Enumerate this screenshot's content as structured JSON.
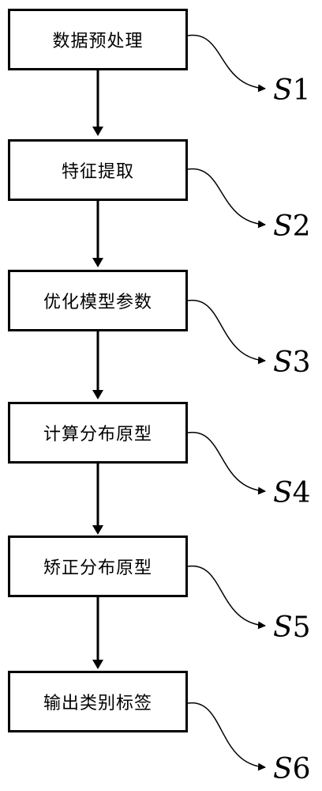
{
  "steps": [
    {
      "text": "数据预处理",
      "label_letter": "S",
      "label_num": "1"
    },
    {
      "text": "特征提取",
      "label_letter": "S",
      "label_num": "2"
    },
    {
      "text": "优化模型参数",
      "label_letter": "S",
      "label_num": "3"
    },
    {
      "text": "计算分布原型",
      "label_letter": "S",
      "label_num": "4"
    },
    {
      "text": "矫正分布原型",
      "label_letter": "S",
      "label_num": "5"
    },
    {
      "text": "输出类别标签",
      "label_letter": "S",
      "label_num": "6"
    }
  ],
  "colors": {
    "stroke": "#000000",
    "background": "#ffffff"
  }
}
